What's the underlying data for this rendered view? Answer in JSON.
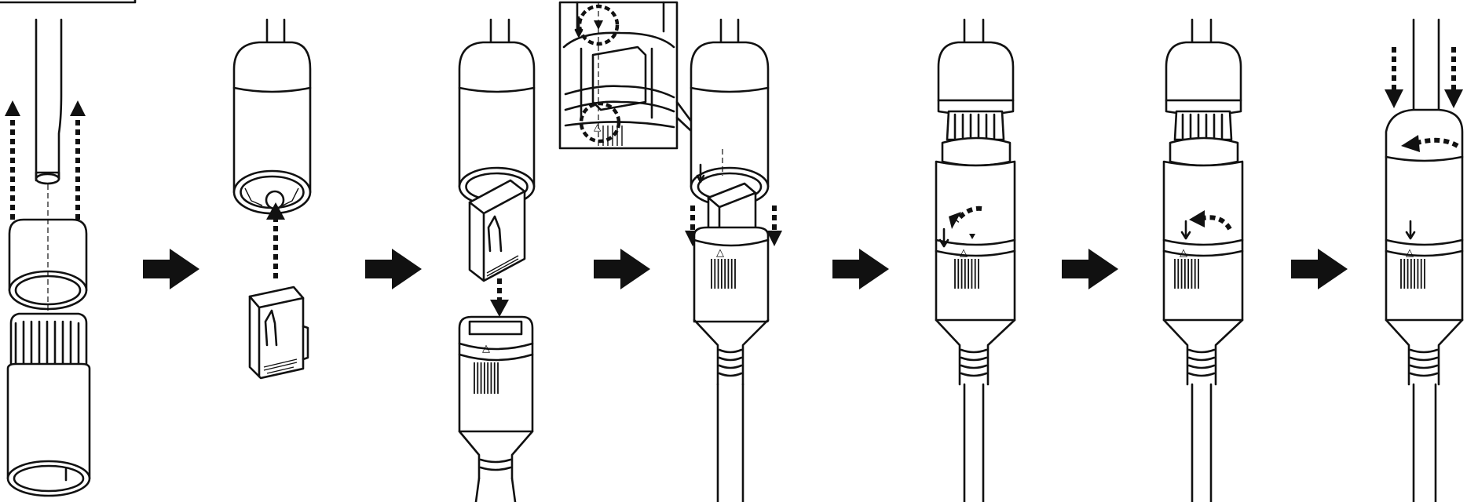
{
  "figure": {
    "steps": [
      {
        "id": 1
      },
      {
        "id": 2
      },
      {
        "id": 3
      },
      {
        "id": 4
      },
      {
        "id": 5
      },
      {
        "id": 6
      },
      {
        "id": 7
      }
    ],
    "marks": {
      "triangle": "△"
    },
    "colors": {
      "line": "#111111",
      "background": "#ffffff"
    }
  }
}
